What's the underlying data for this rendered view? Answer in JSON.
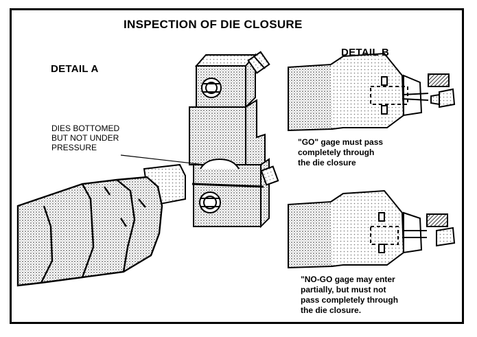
{
  "title": "INSPECTION OF DIE CLOSURE",
  "detail_a": {
    "label": "DETAIL A",
    "callout": "DIES BOTTOMED\nBUT NOT UNDER\nPRESSURE"
  },
  "detail_b": {
    "label": "DETAIL B",
    "go_caption": "\"GO\" gage must pass\ncompletely through\nthe die closure",
    "nogo_caption": "\"NO-GO gage may enter\npartially, but must not\npass completely through\nthe die closure."
  }
}
